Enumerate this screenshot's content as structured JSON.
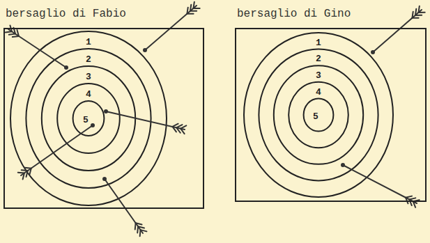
{
  "diagram": {
    "nodes": [
      {
        "text": [
          "bersaglio di Fabio"
        ]
      },
      {
        "text": [
          "bersaglio di Gino"
        ]
      }
    ],
    "labels": [
      "1",
      "2",
      "3",
      "4",
      "5",
      "1",
      "2",
      "3",
      "4",
      "5"
    ]
  }
}
